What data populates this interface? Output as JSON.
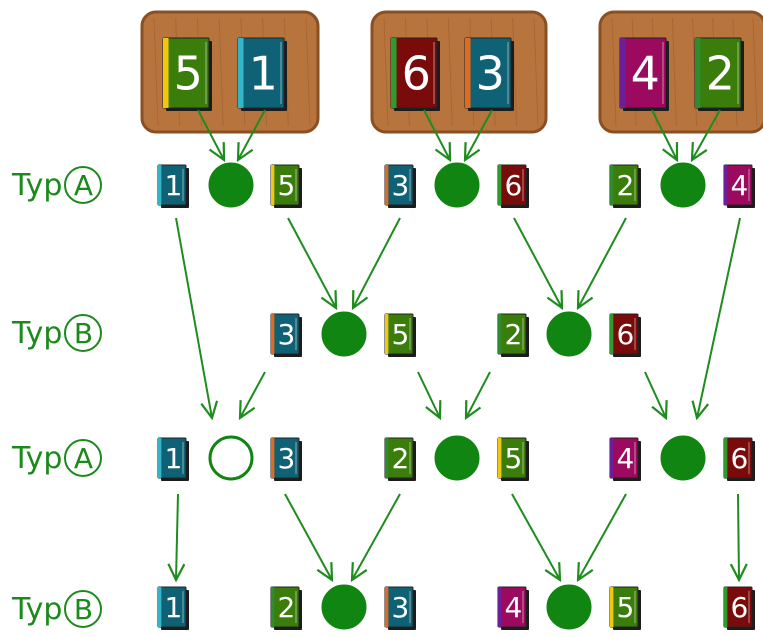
{
  "shelves": [
    {
      "books": [
        {
          "label": "5",
          "color": "#3b7d0a",
          "spine": "#f2c80f"
        },
        {
          "label": "1",
          "color": "#0f6176",
          "spine": "#36b4c8"
        }
      ]
    },
    {
      "books": [
        {
          "label": "6",
          "color": "#7a0b0b",
          "spine": "#2f9a2f"
        },
        {
          "label": "3",
          "color": "#0f6176",
          "spine": "#e26a1e"
        }
      ]
    },
    {
      "books": [
        {
          "label": "4",
          "color": "#9b0a5e",
          "spine": "#6b1f9a"
        },
        {
          "label": "2",
          "color": "#3b7d0a",
          "spine": "#2e8b2e"
        }
      ]
    }
  ],
  "row_labels": [
    {
      "prefix": "Typ",
      "letter": "A"
    },
    {
      "prefix": "Typ",
      "letter": "B"
    },
    {
      "prefix": "Typ",
      "letter": "A"
    },
    {
      "prefix": "Typ",
      "letter": "B"
    }
  ],
  "rows": [
    {
      "books": [
        "1",
        "5",
        "3",
        "6",
        "2",
        "4"
      ],
      "comparators": [
        {
          "filled": true
        },
        {
          "filled": true
        },
        {
          "filled": true
        }
      ]
    },
    {
      "books": [
        "3",
        "5",
        "2",
        "6"
      ],
      "comparators": [
        {
          "filled": true
        },
        {
          "filled": true
        }
      ]
    },
    {
      "books": [
        "1",
        "3",
        "2",
        "5",
        "4",
        "6"
      ],
      "comparators": [
        {
          "filled": false
        },
        {
          "filled": true
        },
        {
          "filled": true
        }
      ]
    },
    {
      "books": [
        "1",
        "2",
        "3",
        "4",
        "5",
        "6"
      ],
      "comparators": [
        {
          "filled": true
        },
        {
          "filled": true
        }
      ]
    }
  ],
  "colors": {
    "green": "#118511",
    "wood": "#b8743d",
    "wood_dark": "#8a4f22",
    "book_colors": {
      "1": "#0f6176",
      "2": "#3b7d0a",
      "3": "#0f6176",
      "4": "#9b0a5e",
      "5": "#3b7d0a",
      "6": "#7a0b0b"
    },
    "book_spines": {
      "1": "#36b4c8",
      "2": "#2e8b2e",
      "3": "#e26a1e",
      "4": "#6b1f9a",
      "5": "#f2c80f",
      "6": "#2f9a2f"
    }
  }
}
